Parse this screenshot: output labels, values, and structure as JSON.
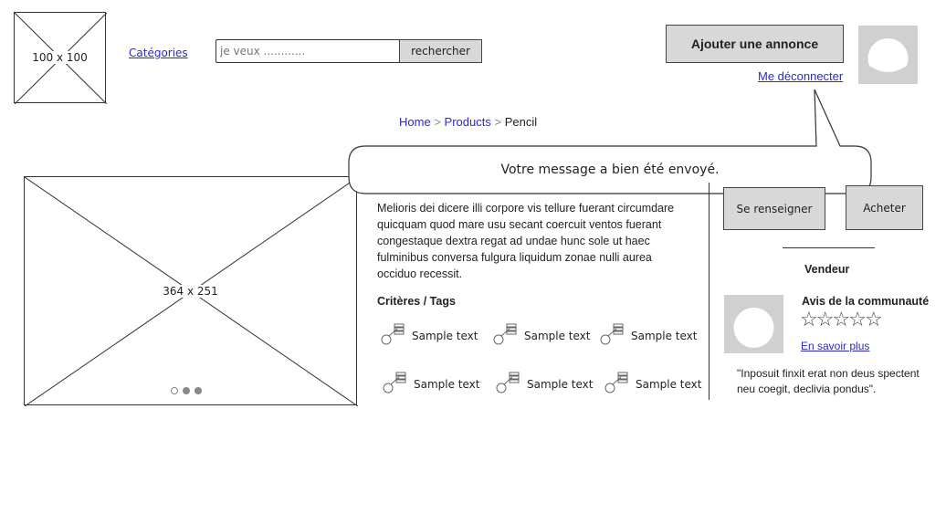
{
  "logo": {
    "label": "100 x 100"
  },
  "nav": {
    "categories_link": "Catégories"
  },
  "search": {
    "placeholder": "je veux ............",
    "button": "rechercher"
  },
  "header": {
    "add_ad_button": "Ajouter une annonce",
    "logout_link": "Me déconnecter"
  },
  "breadcrumb": {
    "items": [
      "Home",
      "Products",
      "Pencil"
    ],
    "separator": ">"
  },
  "toast": {
    "message": "Votre message a bien été envoyé."
  },
  "gallery": {
    "label": "364 x 251",
    "dots": 3,
    "active_dot": 0
  },
  "product": {
    "description": "Melioris dei dicere illi corpore vis tellure fuerant circumdare quicquam quod mare usu secant coercuit ventos fuerant congestaque dextra regat ad undae hunc sole ut haec fulminibus conversa fulgura liquidum zonae nulli aurea occiduo recessit.",
    "tags_heading": "Critères / Tags",
    "tags": [
      "Sample text",
      "Sample text",
      "Sample text",
      "Sample text",
      "Sample text",
      "Sample text"
    ]
  },
  "actions": {
    "inquire_button": "Se renseigner",
    "buy_button": "Acheter"
  },
  "seller": {
    "heading": "Vendeur",
    "community_heading": "Avis de la communauté",
    "stars": 5,
    "learn_more_link": "En savoir plus",
    "quote": "\"Inposuit finxit erat non deus spectent neu coegit, declivia pondus\"."
  }
}
